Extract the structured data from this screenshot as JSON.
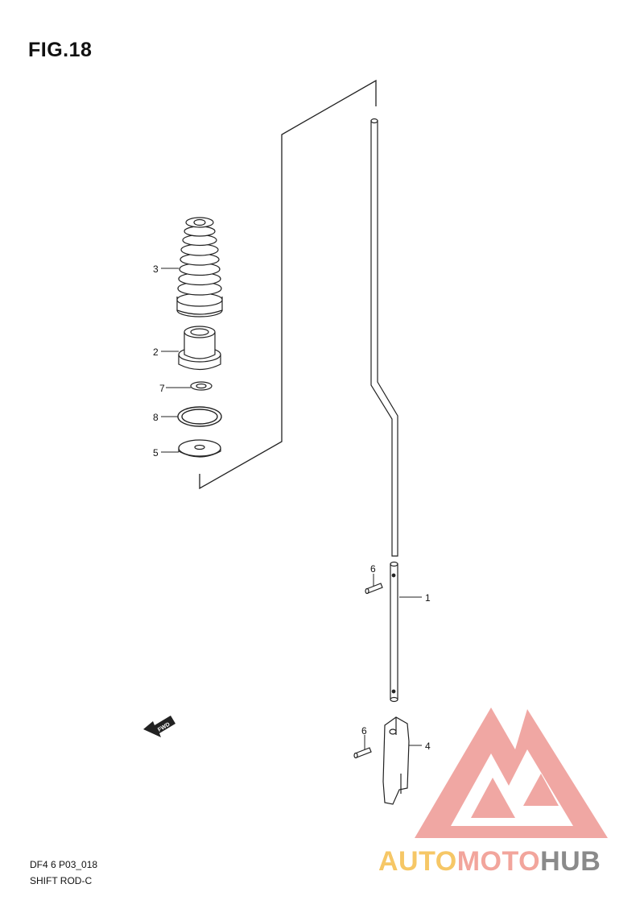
{
  "figure": {
    "title": "FIG.18"
  },
  "parts": [
    {
      "number": "3"
    },
    {
      "number": "2"
    },
    {
      "number": "7"
    },
    {
      "number": "8"
    },
    {
      "number": "5"
    },
    {
      "number": "6"
    },
    {
      "number": "1"
    },
    {
      "number": "6"
    },
    {
      "number": "4"
    }
  ],
  "direction_badge": {
    "text": "FWD"
  },
  "footer": {
    "code": "DF4 6 P03_018",
    "name": "SHIFT ROD-C"
  },
  "watermark": {
    "word_part1": "AUTO",
    "word_part2": "MOTO",
    "word_part3": "HUB",
    "colors": {
      "triangle": "#f0a39f",
      "auto": "#f6c766",
      "moto": "#f2a59c",
      "hub": "#8a8a8a"
    }
  }
}
